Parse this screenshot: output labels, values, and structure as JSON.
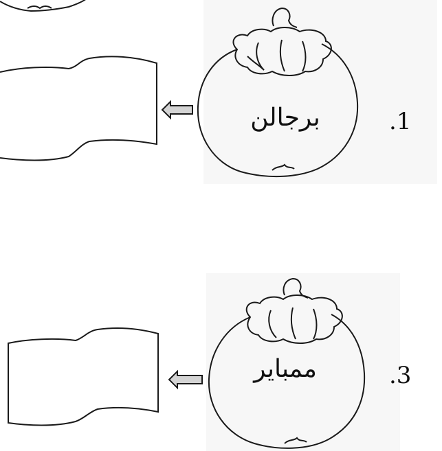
{
  "exercise": {
    "items": [
      {
        "number": ".1",
        "word": "برجالن"
      },
      {
        "number": ".3",
        "word": "ممباير"
      }
    ]
  },
  "colors": {
    "line": "#1a1a1a",
    "arrow_fill": "#d4d4d4",
    "paper_tint": "#f5f5f5"
  },
  "icons": {
    "fruit": "mangosteen-outline-icon",
    "arrow": "left-arrow-icon",
    "answer_box": "wavy-banner-box"
  }
}
